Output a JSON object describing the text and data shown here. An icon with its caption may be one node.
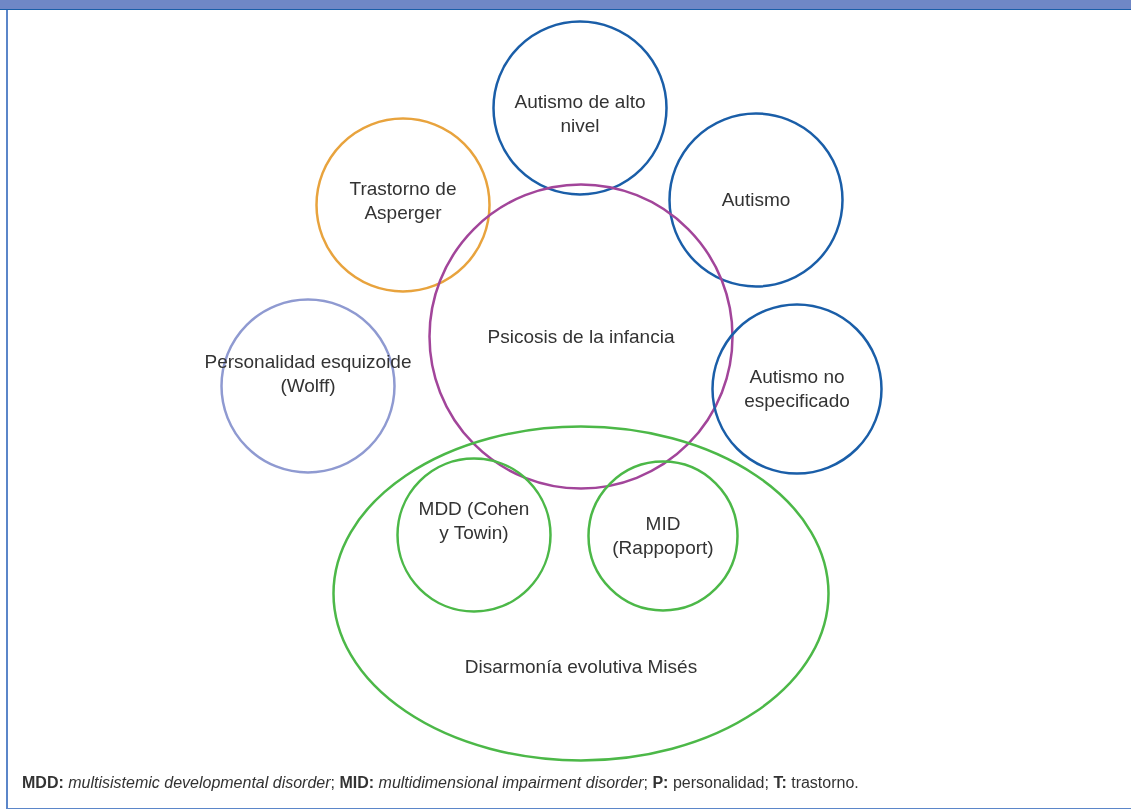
{
  "diagram": {
    "nodes": [
      {
        "text": [
          "Autismo de alto nivel"
        ]
      },
      {
        "text": [
          "Trastorno de Asperger"
        ]
      },
      {
        "text": [
          "Autismo"
        ]
      },
      {
        "text": [
          "Psicosis de la infancia"
        ]
      },
      {
        "text": [
          "Personalidad esquizoide (Wolff)"
        ]
      },
      {
        "text": [
          "Autismo no especificado"
        ]
      },
      {
        "text": [
          "Disarmonía evolutiva Misés"
        ]
      },
      {
        "text": [
          "MDD (Cohen y Towin)"
        ],
        "in": 6
      },
      {
        "text": [
          "MID (Rappoport)"
        ],
        "in": 6
      }
    ],
    "edges": [],
    "labels": [
      "**MDD:** *multisistemic developmental disorder*; **MID:** *multidimensional impairment disorder*; **P:** personalidad; **T:** trastorno."
    ]
  }
}
